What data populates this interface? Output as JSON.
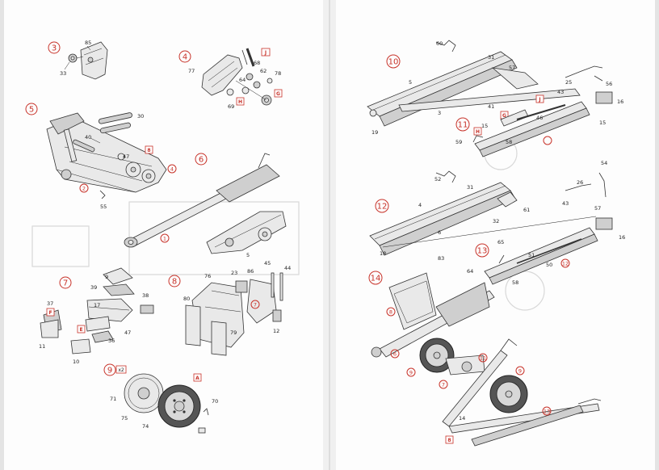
{
  "left_page": {
    "steps": [
      {
        "number": "3",
        "parts": [
          "85",
          "33"
        ]
      },
      {
        "number": "4",
        "parts": [
          "77",
          "J",
          "68",
          "64",
          "62",
          "78",
          "H",
          "G",
          "69"
        ]
      },
      {
        "number": "5",
        "parts": [
          "30",
          "40",
          "47",
          "2",
          "55",
          "4",
          "8"
        ]
      },
      {
        "number": "6",
        "parts": [
          "5",
          "1"
        ]
      },
      {
        "number": "7",
        "parts": [
          "9",
          "39",
          "38",
          "17",
          "37",
          "F",
          "E",
          "47",
          "36",
          "11",
          "10"
        ]
      },
      {
        "number": "8",
        "parts": [
          "76",
          "23",
          "86",
          "45",
          "44",
          "80",
          "7",
          "79",
          "12"
        ]
      },
      {
        "number": "9",
        "quantity": "x2",
        "parts": [
          "71",
          "A",
          "70",
          "75",
          "74"
        ]
      }
    ]
  },
  "right_page": {
    "steps": [
      {
        "number": "10",
        "parts": [
          "60",
          "31",
          "57",
          "5",
          "3",
          "19",
          "25",
          "56",
          "43",
          "16",
          "15",
          "J",
          "G"
        ]
      },
      {
        "number": "11",
        "parts": [
          "41",
          "15",
          "59",
          "H",
          "46",
          "58"
        ]
      },
      {
        "number": "12",
        "parts": [
          "52",
          "31",
          "4",
          "6",
          "18",
          "32",
          "61",
          "26",
          "54",
          "57",
          "43",
          "16"
        ]
      },
      {
        "number": "13",
        "parts": [
          "65",
          "51",
          "50",
          "58",
          "12"
        ]
      },
      {
        "number": "14",
        "parts": [
          "83",
          "64",
          "8",
          "6",
          "9",
          "7",
          "11",
          "9",
          "14",
          "13",
          "8"
        ]
      }
    ]
  }
}
